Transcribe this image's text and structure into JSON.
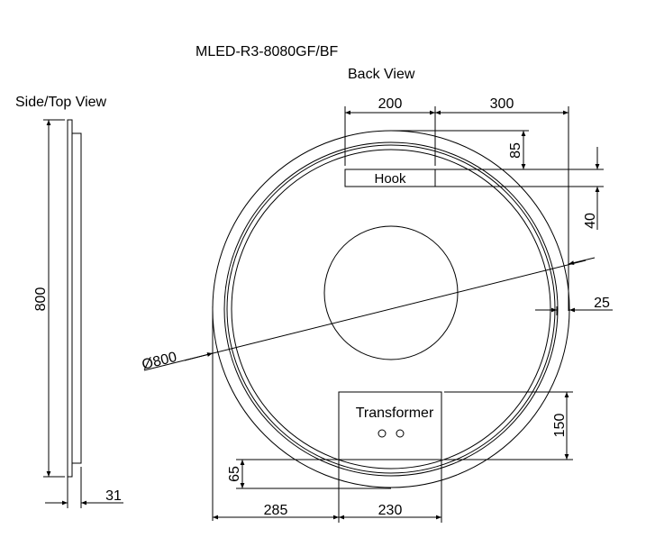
{
  "title": "MLED-R3-8080GF/BF",
  "views": {
    "back": {
      "label": "Back View"
    },
    "side": {
      "label": "Side/Top View"
    }
  },
  "dimensions": {
    "hook_width": "200",
    "hook_offset_right": "300",
    "hook_top_offset": "85",
    "hook_height": "40",
    "frame_width": "25",
    "diameter": "Ø800",
    "transformer_height": "150",
    "transformer_bottom_offset": "65",
    "transformer_left_offset": "285",
    "transformer_width": "230",
    "side_height": "800",
    "side_depth": "31"
  },
  "components": {
    "hook": {
      "label": "Hook"
    },
    "transformer": {
      "label": "Transformer"
    }
  }
}
